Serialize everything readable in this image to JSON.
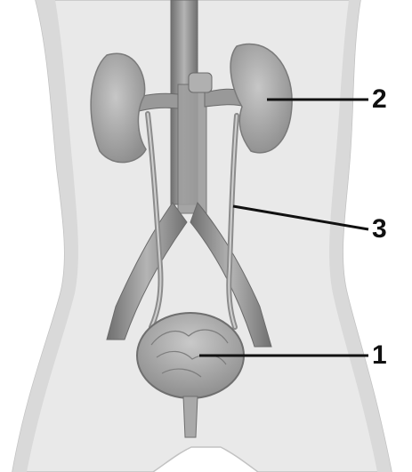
{
  "callouts": [
    {
      "id": "kidney",
      "number": "2"
    },
    {
      "id": "ureter",
      "number": "3"
    },
    {
      "id": "bladder",
      "number": "1"
    }
  ],
  "colors": {
    "skin": "#e8e8e8",
    "skin_edge": "#bdbdbd",
    "organ": "#a9a9a9",
    "organ_dark": "#7f7f7f",
    "vessel": "#9a9a9a",
    "vessel_dark": "#6e6e6e",
    "leader": "#111111"
  }
}
